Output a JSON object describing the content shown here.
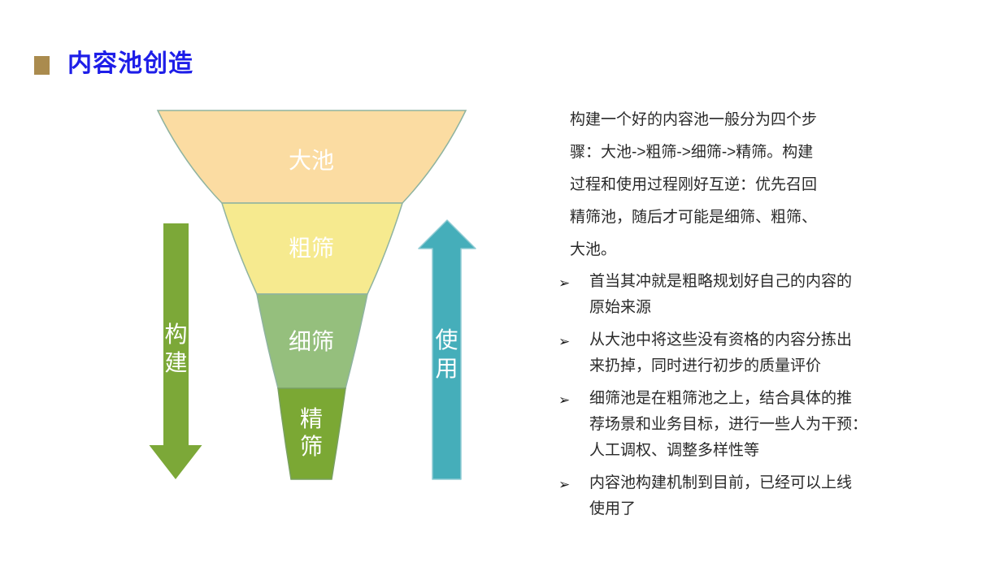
{
  "title": {
    "text": "内容池创造",
    "color": "#1e1ee8",
    "square_color": "#aa8b4e"
  },
  "funnel": {
    "levels": [
      {
        "label": "大池",
        "color": "#fbdca2"
      },
      {
        "label": "粗筛",
        "color": "#f6ea8f"
      },
      {
        "label": "细筛",
        "color": "#95bf7d"
      },
      {
        "label": "精筛",
        "color": "#7ba834"
      }
    ],
    "outline_color": "#8fb3a0",
    "build_arrow": {
      "label": "构建",
      "color": "#7ca838",
      "direction": "down"
    },
    "use_arrow": {
      "label": "使用",
      "color": "#45aeba",
      "direction": "up"
    }
  },
  "body": {
    "intro_lines": [
      "构建一个好的内容池一般分为四个步",
      "骤：大池->粗筛->细筛->精筛。构建",
      "过程和使用过程刚好互逆：优先召回",
      "精筛池，随后才可能是细筛、粗筛、",
      "大池。"
    ],
    "bullet_marker": "➢",
    "bullets": [
      {
        "lines": [
          "首当其冲就是粗略规划好自己的内容的",
          "原始来源"
        ]
      },
      {
        "lines": [
          "从大池中将这些没有资格的内容分拣出",
          "来扔掉，同时进行初步的质量评价"
        ]
      },
      {
        "lines": [
          "细筛池是在粗筛池之上，结合具体的推",
          "荐场景和业务目标，进行一些人为干预：",
          "人工调权、调整多样性等"
        ]
      },
      {
        "lines": [
          "内容池构建机制到目前，已经可以上线",
          "使用了"
        ]
      }
    ]
  }
}
